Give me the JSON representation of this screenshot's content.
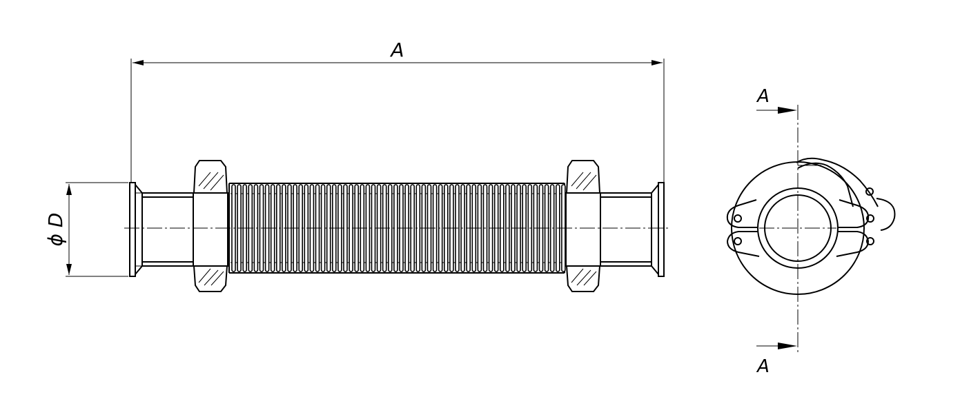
{
  "dimensions": {
    "length_label": "A",
    "diameter_symbol": "ϕ",
    "diameter_label": "D",
    "section_mark_top": "A",
    "section_mark_bottom": "A"
  },
  "colors": {
    "line": "#000000",
    "background": "#ffffff"
  }
}
